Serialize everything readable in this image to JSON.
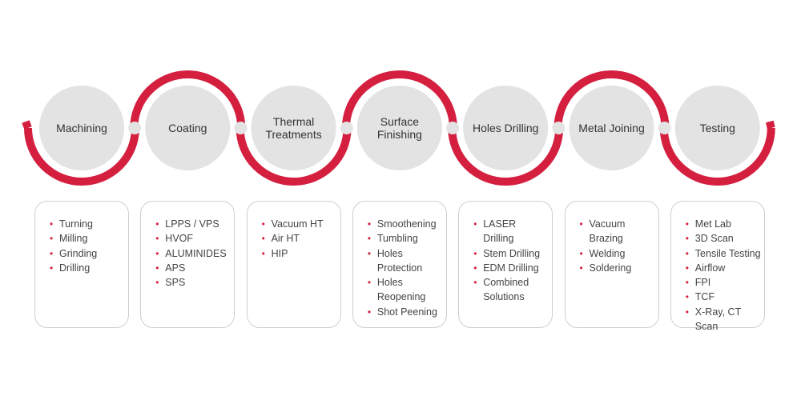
{
  "colors": {
    "accent": "#d41f3f",
    "node_fill": "#e3e3e3",
    "connector": "#e3e3e3",
    "card_border": "#cfcfcf"
  },
  "stages": [
    {
      "title": "Machining",
      "items": [
        "Turning",
        "Milling",
        "Grinding",
        "Drilling"
      ]
    },
    {
      "title": "Coating",
      "items": [
        "LPPS / VPS",
        "HVOF",
        "ALUMINIDES",
        "APS",
        "SPS"
      ]
    },
    {
      "title": "Thermal\nTreatments",
      "items": [
        "Vacuum HT",
        "Air HT",
        "HIP"
      ]
    },
    {
      "title": "Surface\nFinishing",
      "items": [
        "Smoothening",
        "Tumbling",
        "Holes Protection",
        "Holes Reopening",
        "Shot Peening"
      ]
    },
    {
      "title": "Holes Drilling",
      "items": [
        "LASER Drilling",
        "Stem Drilling",
        "EDM Drilling",
        "Combined\nSolutions"
      ]
    },
    {
      "title": "Metal Joining",
      "items": [
        "Vacuum Brazing",
        "Welding",
        "Soldering"
      ]
    },
    {
      "title": "Testing",
      "items": [
        "Met Lab",
        "3D Scan",
        "Tensile Testing",
        "Airflow",
        "FPI",
        "TCF",
        "X-Ray, CT Scan"
      ]
    }
  ]
}
